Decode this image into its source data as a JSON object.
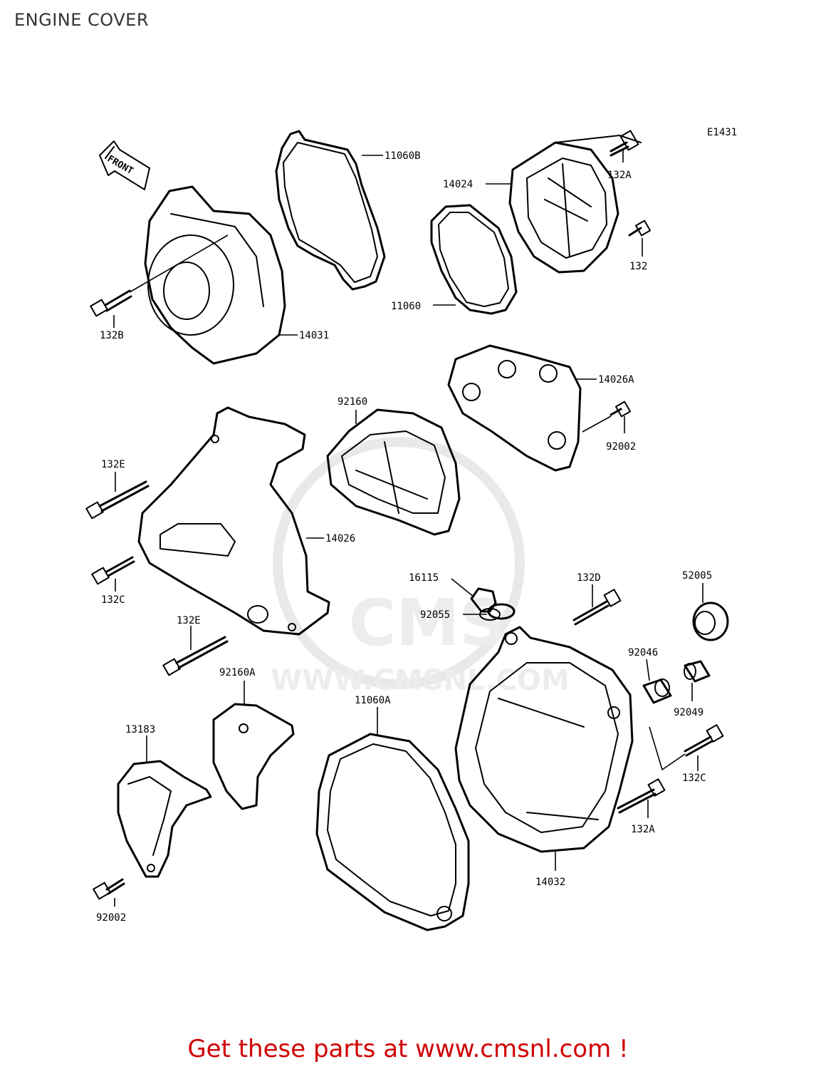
{
  "title": "ENGINE COVER",
  "diagram_code": "E1431",
  "front_arrow": "FRONT",
  "watermark": {
    "brand": "CMS",
    "url": "WWW.CMSNL.COM"
  },
  "footer": "Get these parts at www.cmsnl.com !",
  "labels": {
    "p11060B": "11060B",
    "p14024": "14024",
    "p132A_top": "132A",
    "p132": "132",
    "p11060": "11060",
    "p132B": "132B",
    "p14031": "14031",
    "p14026A": "14026A",
    "p92160": "92160",
    "p92002_mid": "92002",
    "p132E_top": "132E",
    "p14026": "14026",
    "p132C_left": "132C",
    "p16115": "16115",
    "p132D": "132D",
    "p52005": "52005",
    "p92055": "92055",
    "p132E_bottom": "132E",
    "p92046": "92046",
    "p92049": "92049",
    "p92160A": "92160A",
    "p11060A": "11060A",
    "p13183": "13183",
    "p132C_right": "132C",
    "p132A_bottom": "132A",
    "p14032": "14032",
    "p92002_bottom": "92002"
  }
}
